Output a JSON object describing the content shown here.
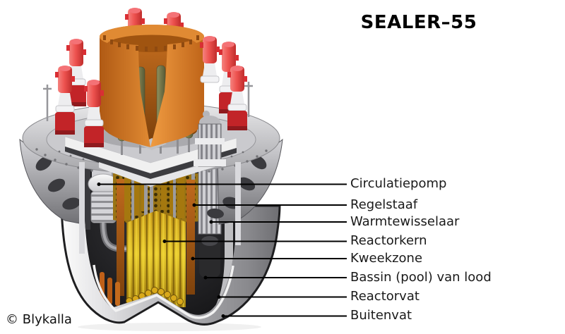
{
  "title": "SEALER–55",
  "copyright": "© Blykalla",
  "diagram": {
    "labels": [
      {
        "id": "circulatiepomp",
        "text": "Circulatiepomp"
      },
      {
        "id": "regelstaaf",
        "text": "Regelstaaf"
      },
      {
        "id": "warmtewisselaar",
        "text": "Warmtewisselaar"
      },
      {
        "id": "reactorkern",
        "text": "Reactorkern"
      },
      {
        "id": "kweekzone",
        "text": "Kweekzone"
      },
      {
        "id": "bassin-van-lood",
        "text": "Bassin (pool) van lood"
      },
      {
        "id": "reactorvat",
        "text": "Reactorvat"
      },
      {
        "id": "buitenvat",
        "text": "Buitenvat"
      }
    ],
    "colors": {
      "background": "#ffffff",
      "leader_line": "#000000",
      "label_text": "#1a1a1a",
      "containment_orange": "#d97b28",
      "core_gold": "#e2bc22",
      "actuator_red": "#ee5350",
      "steel_gray": "#b9b9bd",
      "lead_pool": "#1b1b1d"
    }
  }
}
